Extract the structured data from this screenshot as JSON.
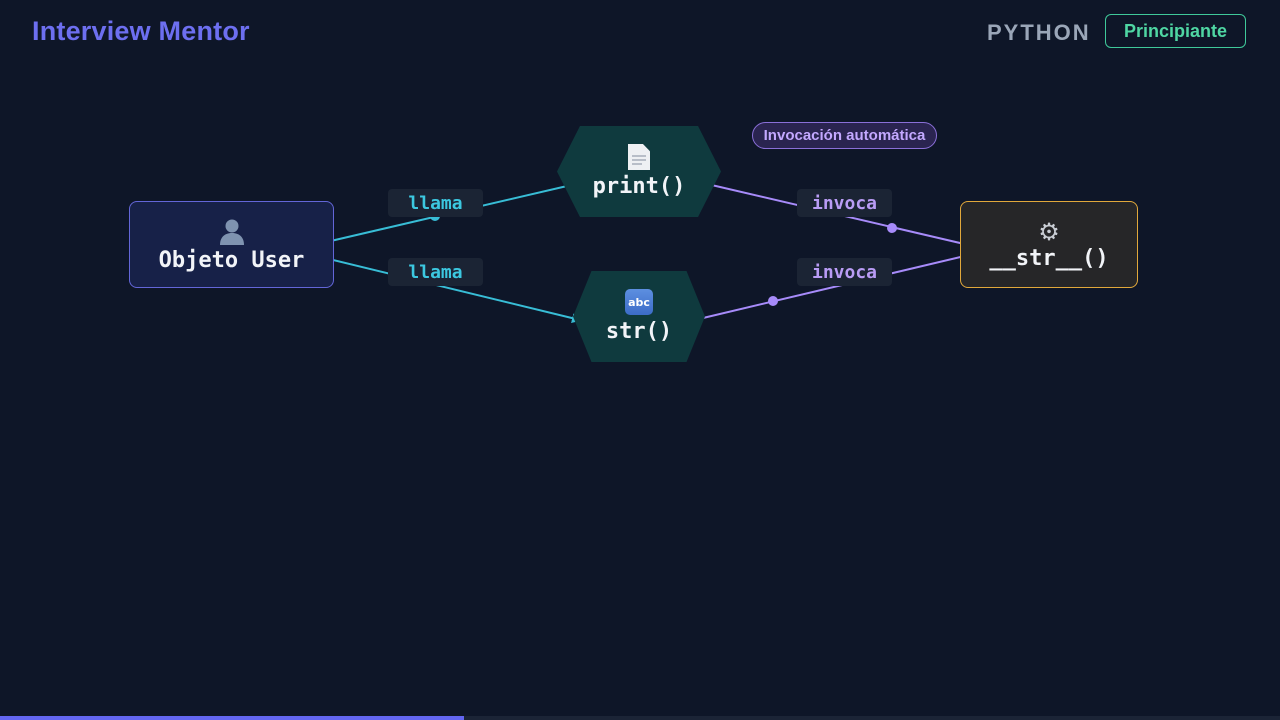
{
  "header": {
    "app_title": "Interview Mentor",
    "language": "PYTHON",
    "level": "Principiante"
  },
  "nodes": {
    "user": {
      "label": "Objeto User",
      "icon": "user-silhouette-icon"
    },
    "print": {
      "label": "print()",
      "icon": "page-document-icon"
    },
    "str": {
      "label": "str()",
      "icon": "abc-letters-icon",
      "icon_text": "abc"
    },
    "dunder": {
      "label": "__str__()",
      "icon": "gear-icon"
    }
  },
  "edges": {
    "user_to_print": "llama",
    "user_to_str": "llama",
    "print_to_dunder": "invoca",
    "str_to_dunder": "invoca"
  },
  "annotation": "Invocación automática",
  "progress": {
    "fraction": 0.3625
  },
  "colors": {
    "background": "#0e1628",
    "accent": "#6366f1",
    "cyan_edge": "#38bdd6",
    "purple_edge": "#a78bfa",
    "level_green": "#3fc99a",
    "dunder_border": "#e1a83b"
  }
}
